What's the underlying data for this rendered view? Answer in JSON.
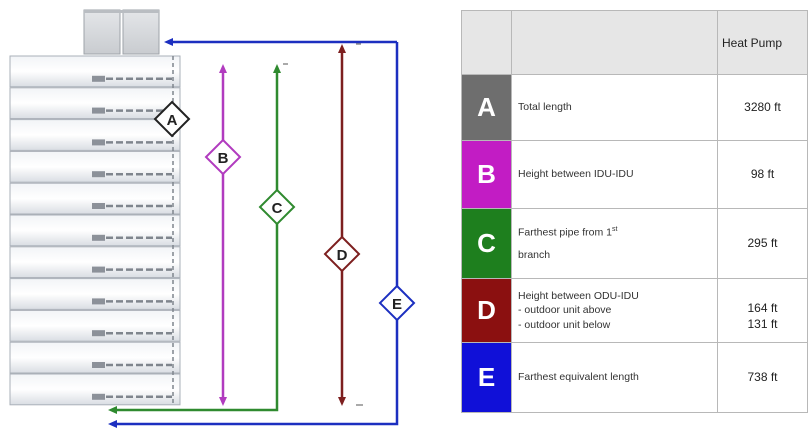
{
  "diagram": {
    "markers": [
      {
        "letter": "A",
        "color": "#222222"
      },
      {
        "letter": "B",
        "color": "#b13bbf"
      },
      {
        "letter": "C",
        "color": "#2f8a2f"
      },
      {
        "letter": "D",
        "color": "#7d1f1f"
      },
      {
        "letter": "E",
        "color": "#1c2fc0"
      }
    ]
  },
  "table": {
    "header": "Heat Pump",
    "rows": [
      {
        "letter": "A",
        "color": "#6e6e6e",
        "desc": [
          "Total length"
        ],
        "values": [
          "3280 ft"
        ]
      },
      {
        "letter": "B",
        "color": "#c21cc4",
        "desc": [
          "Height between IDU-IDU"
        ],
        "values": [
          "98 ft"
        ]
      },
      {
        "letter": "C",
        "color": "#1e7f1e",
        "desc": [
          "Farthest pipe from 1st",
          "branch"
        ],
        "values": [
          "295 ft"
        ]
      },
      {
        "letter": "D",
        "color": "#8b1010",
        "desc": [
          "Height between ODU-IDU",
          "- outdoor unit above",
          "- outdoor unit below"
        ],
        "values": [
          "164 ft",
          "131 ft"
        ]
      },
      {
        "letter": "E",
        "color": "#1010d8",
        "desc": [
          "Farthest equivalent length"
        ],
        "values": [
          "738 ft"
        ]
      }
    ]
  }
}
